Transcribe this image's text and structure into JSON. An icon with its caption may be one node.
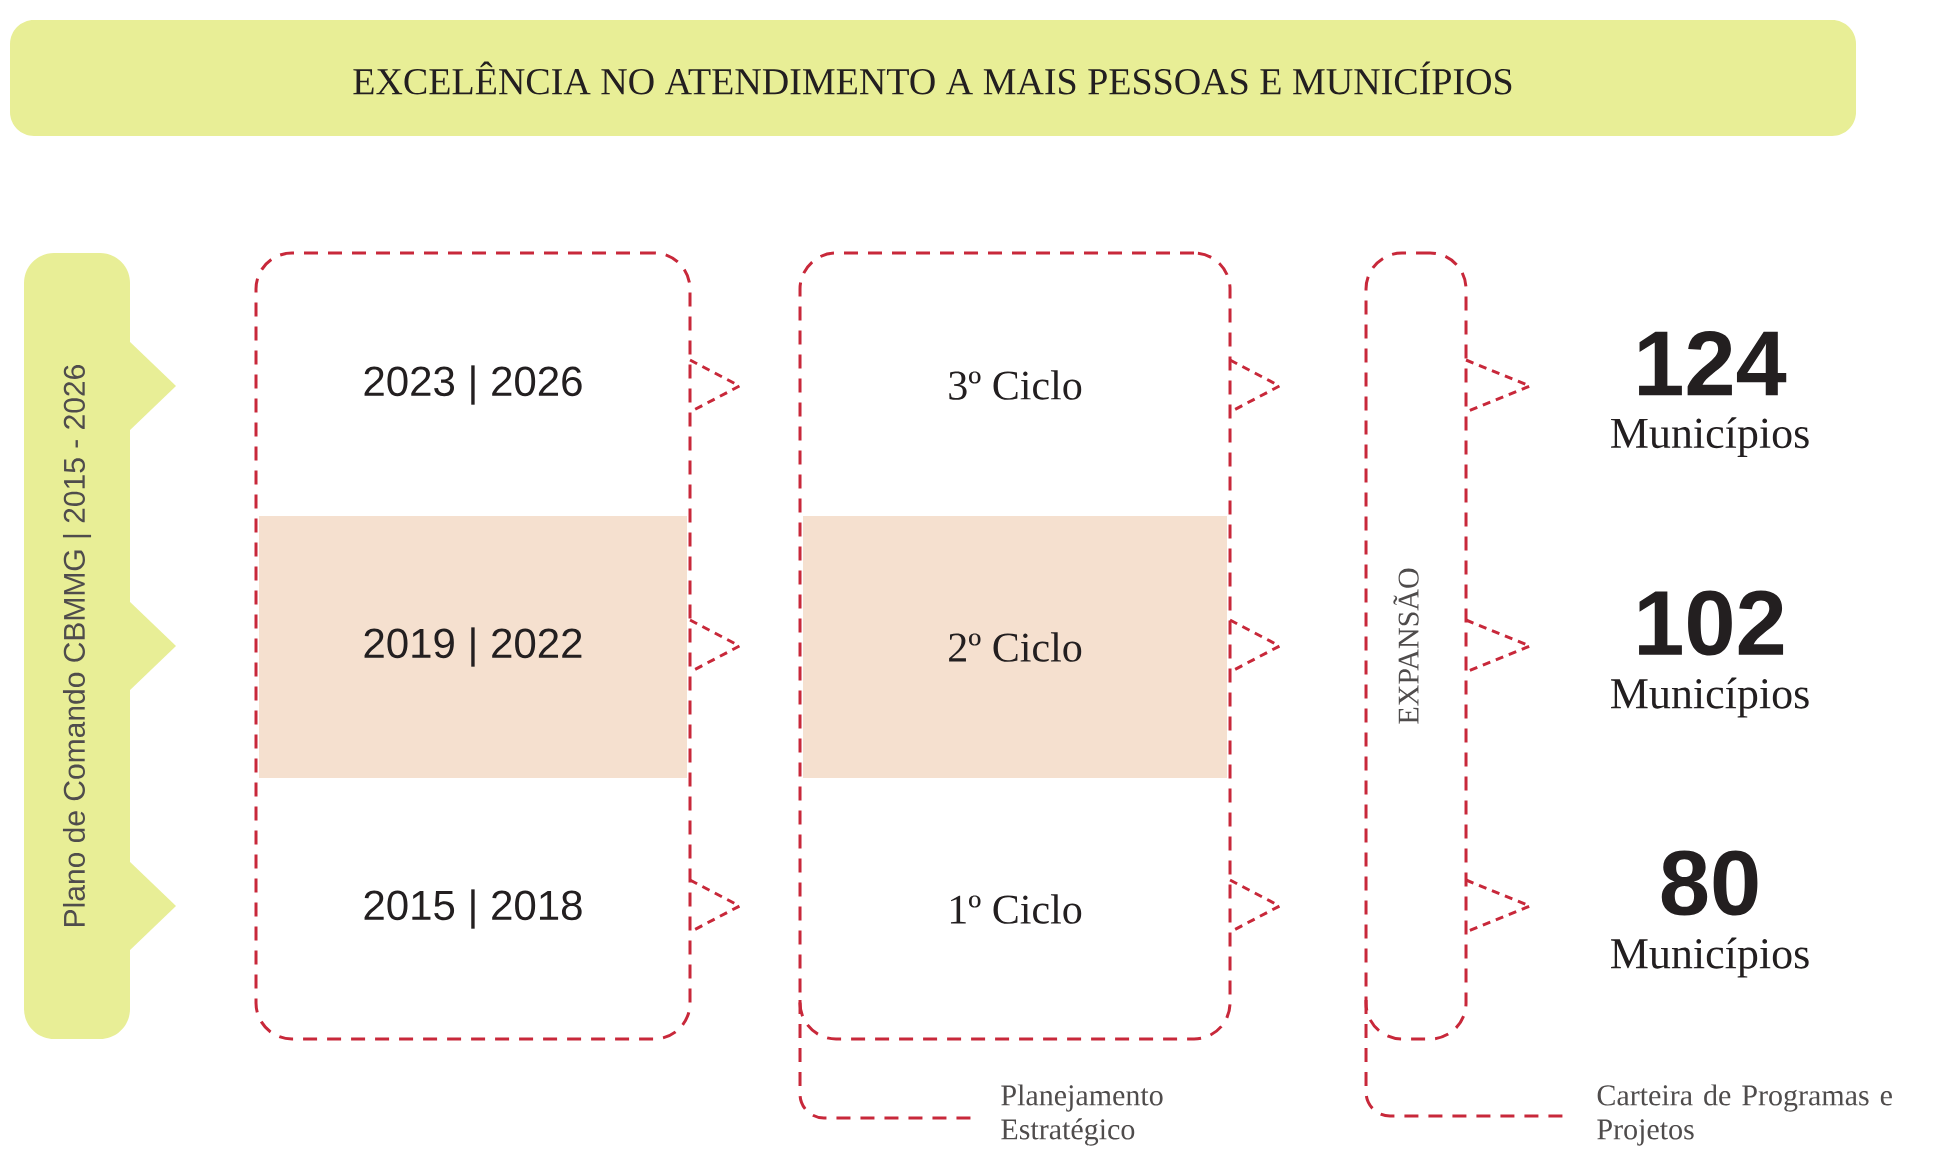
{
  "diagram": {
    "title": "EXCELÊNCIA NO ATENDIMENTO A MAIS PESSOAS E MUNICÍPIOS",
    "nodes": [
      {
        "text": [
          "Plano de Comando CBMMG | 2015 - 2026"
        ]
      },
      {
        "text": [],
        "shape": "box"
      },
      {
        "text": [
          "2023 | 2026"
        ],
        "in": 1
      },
      {
        "text": [
          "2019 | 2022"
        ],
        "in": 1
      },
      {
        "text": [
          "2015 | 2018"
        ],
        "in": 1
      },
      {
        "text": [],
        "shape": "box"
      },
      {
        "text": [
          "3º Ciclo"
        ],
        "in": 5
      },
      {
        "text": [
          "2º Ciclo"
        ],
        "in": 5
      },
      {
        "text": [
          "1º Ciclo"
        ],
        "in": 5
      },
      {
        "text": [
          "EXPANSÃO"
        ]
      },
      {
        "text": [
          "124",
          "Municípios"
        ]
      },
      {
        "text": [
          "102",
          "Municípios"
        ]
      },
      {
        "text": [
          "80",
          "Municípios"
        ]
      }
    ],
    "labels": [
      "Planejamento Estratégico",
      "Carteira de Programas e Projetos"
    ]
  }
}
